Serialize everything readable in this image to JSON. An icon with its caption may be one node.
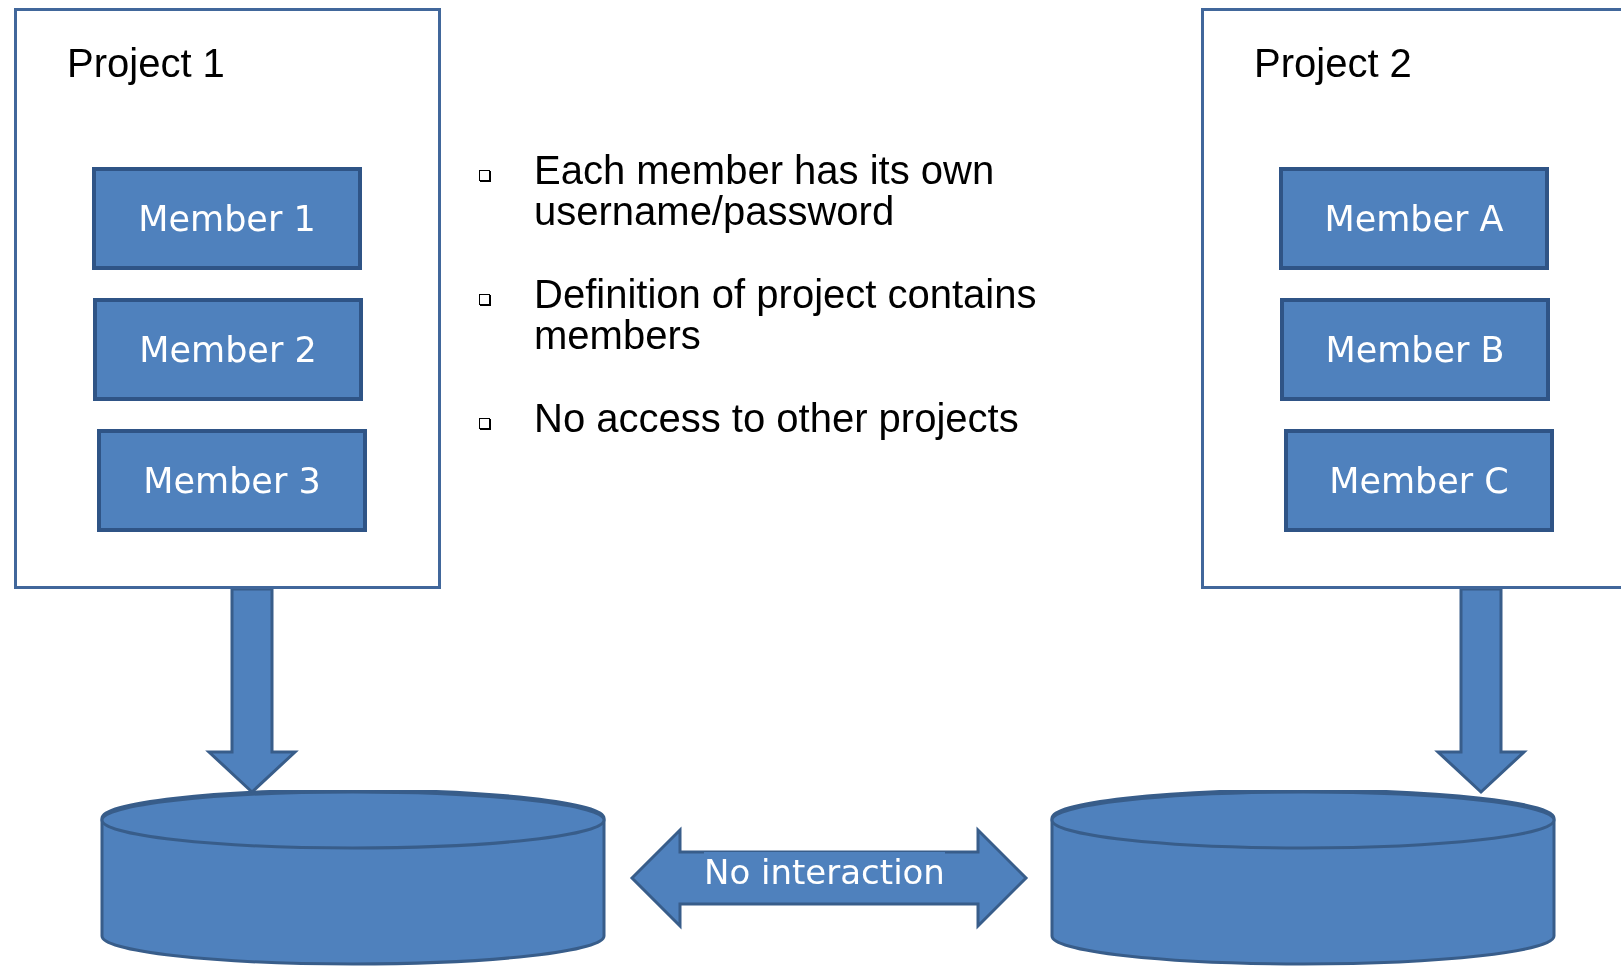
{
  "diagram": {
    "nodes": [
      {
        "text": [
          "Project 1"
        ]
      },
      {
        "text": [
          "Member 1"
        ],
        "in": 0
      },
      {
        "text": [
          "Member 2"
        ],
        "in": 0
      },
      {
        "text": [
          "Member 3"
        ],
        "in": 0
      },
      {
        "text": [
          "Project 2"
        ]
      },
      {
        "text": [
          "Member A"
        ],
        "in": 4
      },
      {
        "text": [
          "Member B"
        ],
        "in": 4
      },
      {
        "text": [
          "Member C"
        ],
        "in": 4
      },
      {
        "text": [],
        "shape": "cylinder"
      },
      {
        "text": [],
        "shape": "cylinder"
      }
    ],
    "edges": [
      {
        "from": 0,
        "to": 8,
        "arrow": "to",
        "style": "thick"
      },
      {
        "from": 4,
        "to": 9,
        "arrow": "to",
        "style": "thick"
      },
      {
        "from": 8,
        "to": 9,
        "arrow": "both",
        "label": "No interaction",
        "style": "thick"
      }
    ],
    "labels": [
      "Each member has its own username/password",
      "Definition of project contains members",
      "No access to other projects"
    ]
  }
}
